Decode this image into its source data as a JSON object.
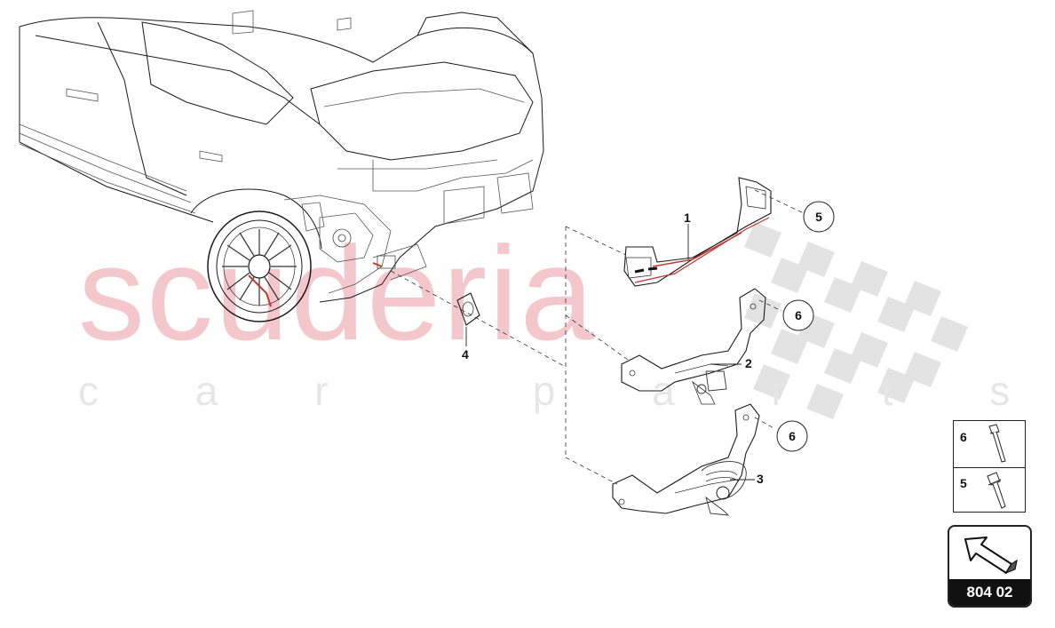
{
  "watermark": {
    "main": "scuderia",
    "sub": "c a r   p a r t s"
  },
  "callouts": [
    {
      "id": "1",
      "label": "1"
    },
    {
      "id": "2",
      "label": "2"
    },
    {
      "id": "3",
      "label": "3"
    },
    {
      "id": "4",
      "label": "4"
    },
    {
      "id": "5",
      "label": "5"
    },
    {
      "id": "6a",
      "label": "6"
    },
    {
      "id": "6b",
      "label": "6"
    }
  ],
  "legend": {
    "rows": [
      {
        "number": "6",
        "part": "bolt-long-icon"
      },
      {
        "number": "5",
        "part": "bolt-short-icon"
      }
    ]
  },
  "navigation": {
    "code": "804 02",
    "icon": "arrow-upleft-icon"
  },
  "colors": {
    "watermark_red": "#f4c7cc",
    "watermark_grey": "#e6e6e6",
    "highlight_red": "#c0392b"
  }
}
